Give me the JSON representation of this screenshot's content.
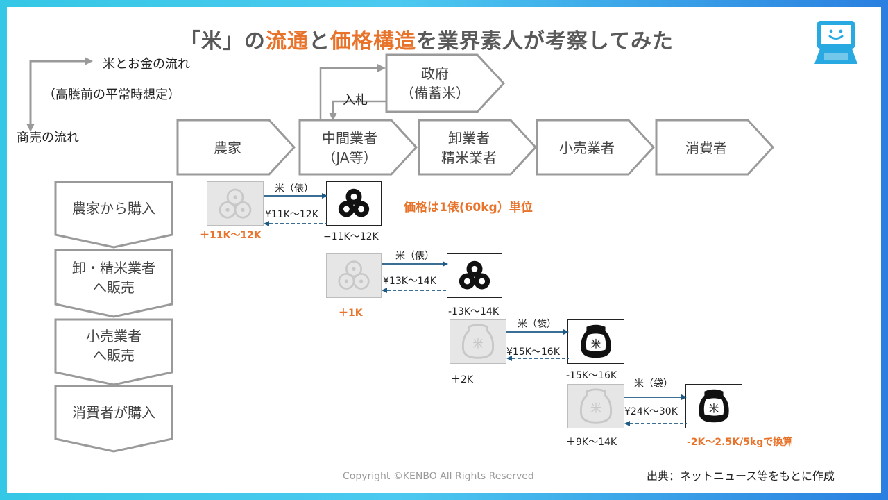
{
  "title": {
    "pre": "「米」の",
    "hl1": "流通",
    "mid": "と",
    "hl2": "価格構造",
    "post": "を業界素人が考察してみた"
  },
  "legend": {
    "flow_money": "米とお金の流れ",
    "assumption": "（高騰前の平常時想定）",
    "flow_trade": "商売の流れ"
  },
  "stages": [
    {
      "l1": "農家",
      "l2": ""
    },
    {
      "l1": "中間業者",
      "l2": "（JA等）"
    },
    {
      "l1": "卸業者",
      "l2": "精米業者"
    },
    {
      "l1": "小売業者",
      "l2": ""
    },
    {
      "l1": "消費者",
      "l2": ""
    }
  ],
  "government": {
    "l1": "政府",
    "l2": "（備蓄米）",
    "bid": "入札"
  },
  "steps": [
    {
      "l1": "農家から購入",
      "l2": ""
    },
    {
      "l1": "卸・精米業者",
      "l2": "へ販売"
    },
    {
      "l1": "小売業者",
      "l2": "へ販売"
    },
    {
      "l1": "消費者が購入",
      "l2": ""
    }
  ],
  "transactions": [
    {
      "goods": "米（俵）",
      "price": "¥11K〜12K",
      "seller_margin": "＋11K〜12K",
      "buyer_cost": "−11K〜12K",
      "icon": "rice-bales-icon"
    },
    {
      "goods": "米（俵）",
      "price": "¥13K〜14K",
      "seller_margin": "＋1K",
      "buyer_cost": "-13K〜14K",
      "icon": "rice-bales-icon"
    },
    {
      "goods": "米（袋）",
      "price": "¥15K〜16K",
      "seller_margin": "＋2K",
      "buyer_cost": "-15K〜16K",
      "icon": "rice-bag-icon"
    },
    {
      "goods": "米（袋）",
      "price": "¥24K〜30K",
      "seller_margin": "＋9K〜14K",
      "buyer_cost": "-2K〜2.5K/5kgで換算",
      "icon": "rice-bag-icon"
    }
  ],
  "unit_note": "価格は1俵(60kg）単位",
  "copyright": "Copyright ©KENBO All Rights Reserved",
  "source": "出典：ネットニュース等をもとに作成",
  "colors": {
    "accent": "#e8732b",
    "arrow": "#1f5a85",
    "border": "#bdbdbd"
  }
}
